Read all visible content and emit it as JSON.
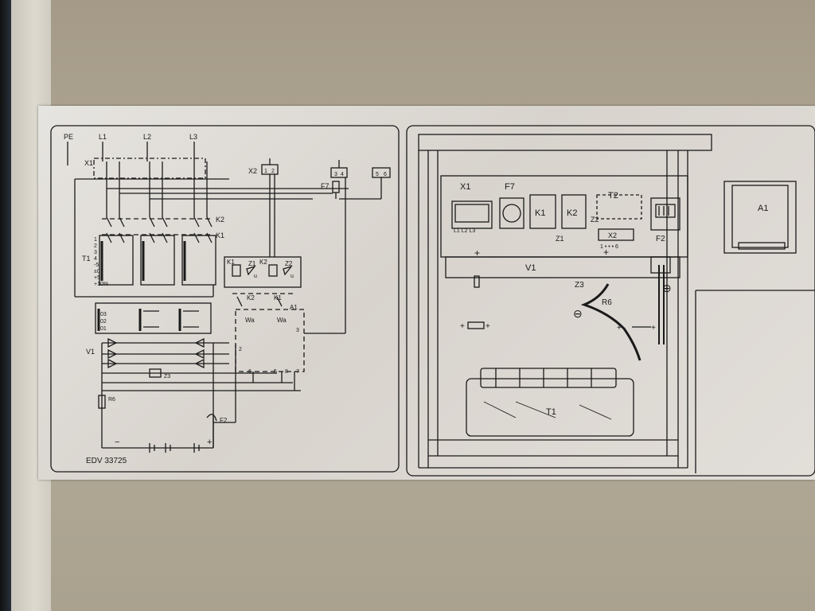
{
  "plate_id": "EDV 33725",
  "schematic": {
    "supply": {
      "pe": "PE",
      "l1": "L1",
      "l2": "L2",
      "l3": "L3"
    },
    "terminal_x1": "X1",
    "terminal_x2": "X2",
    "x2_pins": [
      "1",
      "2"
    ],
    "fuse_f7": "F7",
    "pins_34": [
      "3",
      "4"
    ],
    "pins_56": [
      "5",
      "6"
    ],
    "k2": "K2",
    "k1": "K1",
    "transformer_t1": "T1",
    "taps": [
      "1",
      "2",
      "3",
      "4",
      "-5",
      "±0",
      "+5",
      "+10%"
    ],
    "secondary": [
      "03",
      "02",
      "01"
    ],
    "relay_k1": "K1",
    "relay_z1": "Z1",
    "relay_k2": "K2",
    "relay_z2": "Z2",
    "u": "u",
    "contact_k2": "K2",
    "contact_k1": "K1",
    "module_a1": "A1",
    "wa": "Wa",
    "wo": "Wa",
    "rectifier_v1": "V1",
    "z3": "Z3",
    "r6": "R6",
    "f2": "F2",
    "minus": "−",
    "plus": "+",
    "a1_pins": [
      "1",
      "2",
      "3",
      "5",
      "6",
      "7",
      "8"
    ]
  },
  "layout_view": {
    "x1": "X1",
    "f7": "F7",
    "k1": "K1",
    "k2": "K2",
    "t2": "T2",
    "z1": "Z1",
    "z2": "Z2",
    "x2": "X2",
    "x2_pins": "1 • • • 6",
    "f2": "F2",
    "l_pins": "L1 L2 L3",
    "v1": "V1",
    "z3": "Z3",
    "r6": "R6",
    "t1": "T1",
    "a1": "A1",
    "plus": "+",
    "minus": "⊖",
    "ground": "⊕"
  }
}
